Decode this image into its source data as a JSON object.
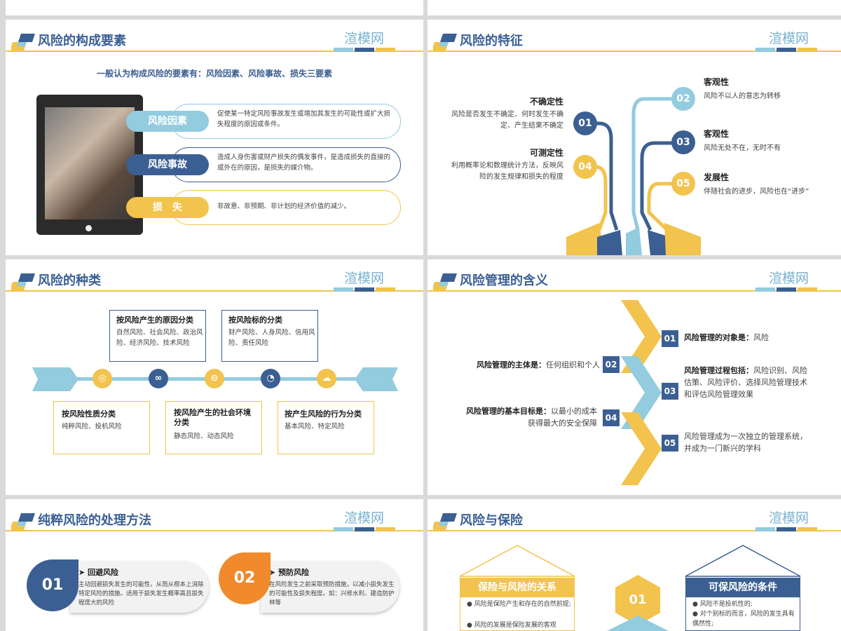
{
  "brand": "渲模网",
  "colors": {
    "navy": "#3b5f92",
    "light_blue": "#93cbdf",
    "yellow": "#f2c34d",
    "orange": "#f08a2c"
  },
  "slide1": {
    "title": "风险的构成要素",
    "subtitle": "一般认为构成风险的要素有：风险因素、风险事故、损失三要素",
    "items": [
      {
        "label": "风险因素",
        "desc": "促使某一特定风险事故发生或增加其发生的可能性或扩大损失程度的原因或条件。"
      },
      {
        "label": "风险事故",
        "desc": "造成人身伤害或财产损失的偶发事件，是造成损失的直接的或外在的原因，是损失的媒介物。"
      },
      {
        "label": "损　失",
        "desc": "非故意、非预期、非计划的经济价值的减少。"
      }
    ]
  },
  "slide2": {
    "title": "风险的特征",
    "items": [
      {
        "num": "01",
        "heading": "不确定性",
        "desc": "风险是否发生不确定、何时发生不确定、产生结果不确定"
      },
      {
        "num": "02",
        "heading": "客观性",
        "desc": "风险不以人的意志为转移"
      },
      {
        "num": "03",
        "heading": "客观性",
        "desc": "风险无处不在，无时不有"
      },
      {
        "num": "04",
        "heading": "可测定性",
        "desc": "利用概率论和数理统计方法，反映风险的发生规律和损失的程度"
      },
      {
        "num": "05",
        "heading": "发展性",
        "desc": "伴随社会的进步，风险也在“进步”"
      }
    ]
  },
  "slide3": {
    "title": "风险的种类",
    "boxes": [
      {
        "heading": "按风险产生的原因分类",
        "desc": "自然风险、社会风险、政治风险、经济风险、技术风险"
      },
      {
        "heading": "按风险标的分类",
        "desc": "财产风险、人身风险、信用风险、责任风险"
      },
      {
        "heading": "按风险性质分类",
        "desc": "纯粹风险、投机风险"
      },
      {
        "heading": "按风险产生的社会环境分类",
        "desc": "静态风险、动态风险"
      },
      {
        "heading": "按产生风险的行为分类",
        "desc": "基本风险、特定风险"
      }
    ],
    "icons": [
      "target-icon",
      "link-icon",
      "search-icon",
      "rss-icon",
      "cloud-icon"
    ]
  },
  "slide4": {
    "title": "风险管理的含义",
    "items": [
      {
        "num": "01",
        "bold": "风险管理的对象是：",
        "text": "风险"
      },
      {
        "num": "02",
        "bold": "风险管理的主体是：",
        "text": "任何组织和个人"
      },
      {
        "num": "03",
        "bold": "风险管理过程包括：",
        "text": "风险识别、风险估策、风险评价、选择风险管理技术和评估风险管理效果"
      },
      {
        "num": "04",
        "bold": "风险管理的基本目标是：",
        "text": "以最小的成本获得最大的安全保障"
      },
      {
        "num": "05",
        "bold": "",
        "text": "风险管理成为一次独立的管理系统，并成为一门新兴的学科"
      }
    ]
  },
  "slide5": {
    "title": "纯粹风险的处理方法",
    "cards": [
      {
        "num": "01",
        "heading": "回避风险",
        "desc": "主动回避损失发生的可能性，从而从根本上消除特定风险的措施。适用于损失发生概率高且损失程度大的风险"
      },
      {
        "num": "02",
        "heading": "预防风险",
        "desc": "在风险发生之前采取预防措施，以减小损失发生的可能性及损失程度。如：兴修水利、建造防护林等"
      }
    ]
  },
  "slide6": {
    "title": "风险与保险",
    "left": {
      "heading": "保险与风险的关系",
      "bullets": [
        "风险是保险产生和存在的自然前提;",
        "风险的发展是保险发展的客观"
      ]
    },
    "center": "01",
    "right": {
      "heading": "可保风险的条件",
      "bullets": [
        "风险不是投机性的;",
        "对个别标的而言，风险的发生具有偶然性;"
      ]
    }
  }
}
